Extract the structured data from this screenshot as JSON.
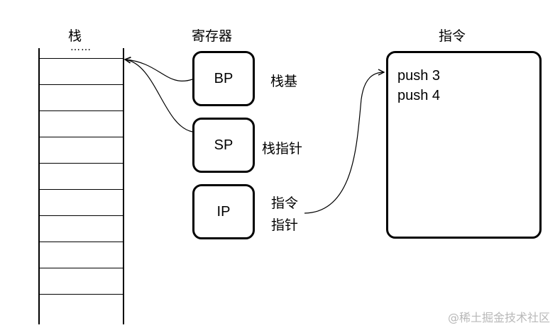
{
  "stack": {
    "title": "栈",
    "ellipsis": "……",
    "cell_count": 10
  },
  "registers": {
    "title": "寄存器",
    "items": [
      {
        "name": "BP",
        "label_lines": [
          "栈基"
        ]
      },
      {
        "name": "SP",
        "label_lines": [
          "栈指针"
        ]
      },
      {
        "name": "IP",
        "label_lines": [
          "指令",
          "指针"
        ]
      }
    ]
  },
  "instructions": {
    "title": "指令",
    "lines": [
      "push 3",
      "push 4"
    ]
  },
  "watermark": "@稀土掘金技术社区"
}
